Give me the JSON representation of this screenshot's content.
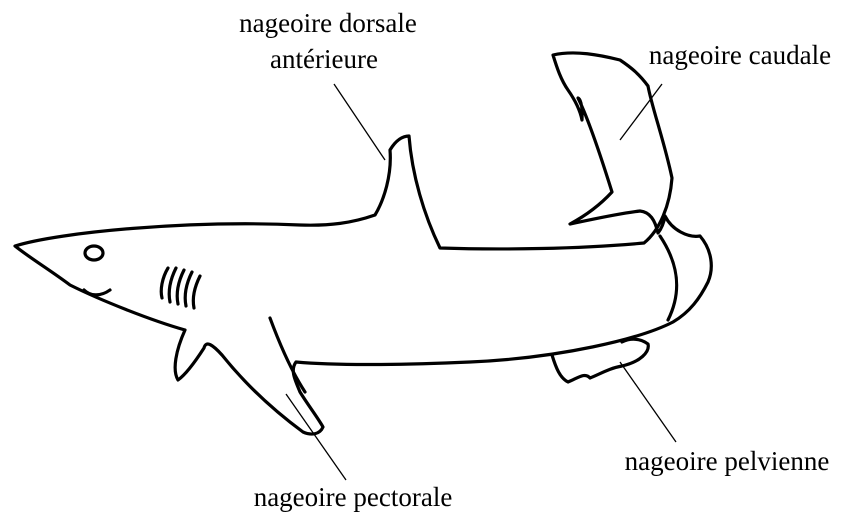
{
  "labels": {
    "dorsal_line1": "nageoire dorsale",
    "dorsal_line2": "antérieure",
    "caudal": "nageoire caudale",
    "pelvic": "nageoire pelvienne",
    "pectoral": "nageoire pectorale"
  },
  "colors": {
    "ink": "#000000",
    "background": "#ffffff"
  }
}
